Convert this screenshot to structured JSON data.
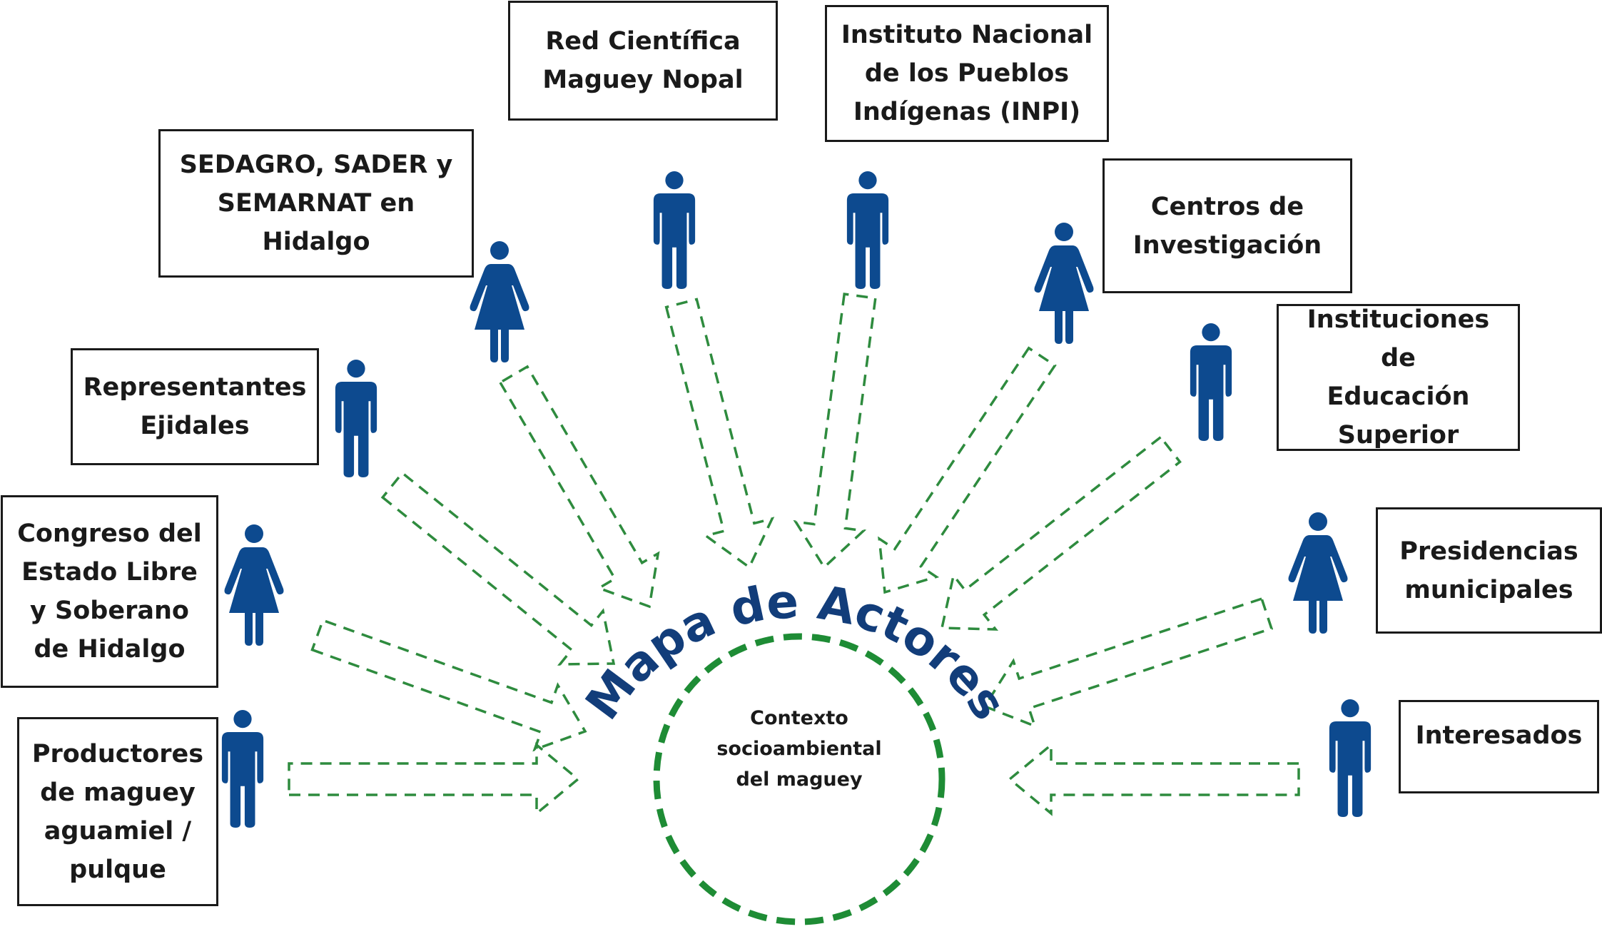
{
  "title": "Mapa de Actores",
  "center_text": "Contexto\nsocioambiental\ndel maguey",
  "colors": {
    "figure": "#0d4a8f",
    "arrow": "#2e8b3e",
    "circle": "#1e8c35",
    "title": "#123d7a",
    "box_border": "#1a1a1a"
  },
  "actors": [
    {
      "label": "Red Científica\nMaguey Nopal",
      "figure_icon": "man-icon"
    },
    {
      "label": "Instituto Nacional\nde los Pueblos\nIndígenas (INPI)",
      "figure_icon": "man-icon"
    },
    {
      "label": "SEDAGRO, SADER y\nSEMARNAT en\nHidalgo",
      "figure_icon": "woman-icon"
    },
    {
      "label": "Centros de\nInvestigación",
      "figure_icon": "woman-icon"
    },
    {
      "label": "Instituciones de\nEducación\nSuperior",
      "figure_icon": "man-icon"
    },
    {
      "label": "Representantes\nEjidales",
      "figure_icon": "man-icon"
    },
    {
      "label": "Congreso del\nEstado Libre\ny Soberano\nde Hidalgo",
      "figure_icon": "woman-icon"
    },
    {
      "label": "Presidencias\nmunicipales",
      "figure_icon": "woman-icon"
    },
    {
      "label": "Productores\nde maguey\naguamiel /\npulque",
      "figure_icon": "man-icon"
    },
    {
      "label": "Interesados",
      "figure_icon": "man-icon"
    }
  ]
}
